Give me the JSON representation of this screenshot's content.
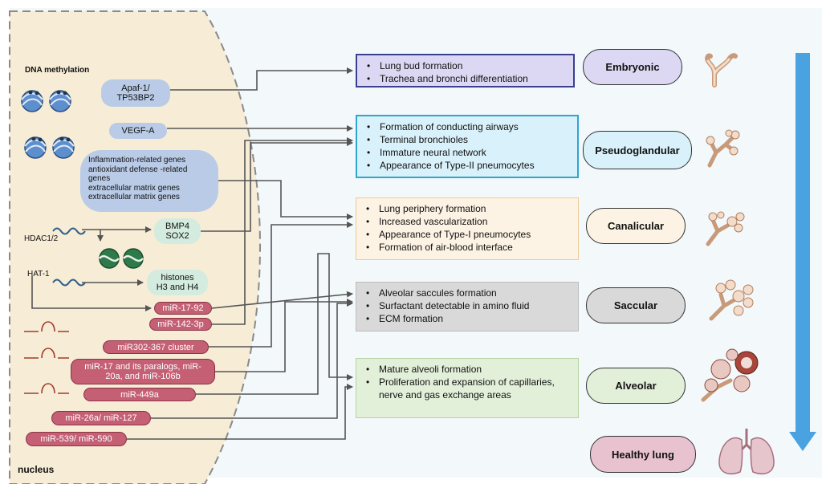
{
  "left": {
    "dna_methylation": "DNA methylation",
    "hdac": "HDAC1/2",
    "hat": "HAT-1",
    "nucleus": "nucleus"
  },
  "factors": {
    "apaf": [
      "Apaf-1/",
      "TP53BP2"
    ],
    "vegf": "VEGF-A",
    "genes": [
      "Inflammation-related genes",
      "antioxidant defense -related",
      "genes",
      "extracellular matrix genes",
      "extracellular matrix genes"
    ],
    "bmp": [
      "BMP4",
      "SOX2"
    ],
    "histones": [
      "histones",
      "H3 and H4"
    ]
  },
  "mirnas": [
    "miR-17-92",
    "miR-142-3p",
    "miR302-367 cluster",
    "miR-17 and its paralogs, miR-20a, and miR-106b",
    "miR-449a",
    "miR-26a/ miR-127",
    "miR-539/ miR-590"
  ],
  "boxes": [
    {
      "items": [
        "Lung bud formation",
        "Trachea and bronchi differentiation"
      ],
      "color": "#dcd8f3",
      "border": "#3a3f8f"
    },
    {
      "items": [
        "Formation of conducting airways",
        "Terminal bronchioles",
        "Immature neural network",
        "Appearance of Type-II pneumocytes"
      ],
      "color": "#d9f1fa",
      "border": "#2fa6cf"
    },
    {
      "items": [
        "Lung periphery formation",
        "Increased vascularization",
        "Appearance of Type-I pneumocytes",
        "Formation of air-blood interface"
      ],
      "color": "#fdf3e4",
      "border": "#f1c995"
    },
    {
      "items": [
        "Alveolar saccules formation",
        "Surfactant detectable in amino fluid",
        "ECM formation"
      ],
      "color": "#d9d9d9",
      "border": "#bdbdbd"
    },
    {
      "items": [
        "Mature alveoli formation",
        "Proliferation and expansion of capillaries, nerve and gas exchange areas"
      ],
      "color": "#e2efd9",
      "border": "#b6d3a2"
    }
  ],
  "stages": [
    {
      "label": "Embryonic",
      "color": "#dcd8f3",
      "icon": "airway-bud-icon"
    },
    {
      "label": "Pseudoglandular",
      "color": "#d9f1fa",
      "icon": "branching-buds-icon"
    },
    {
      "label": "Canalicular",
      "color": "#fdf3e4",
      "icon": "canaliculi-icon"
    },
    {
      "label": "Saccular",
      "color": "#d9d9d9",
      "icon": "saccules-icon"
    },
    {
      "label": "Alveolar",
      "color": "#e2efd9",
      "icon": "alveoli-icon"
    },
    {
      "label": "Healthy lung",
      "color": "#e8c3cf",
      "icon": "lungs-icon"
    }
  ],
  "colors": {
    "nucleus_fill": "#f7ecd6",
    "mirna_fill": "#c45f74",
    "factor_fill": "#b9cbe6",
    "arrow": "#555555",
    "timeline_arrow": "#4aa3e0"
  }
}
